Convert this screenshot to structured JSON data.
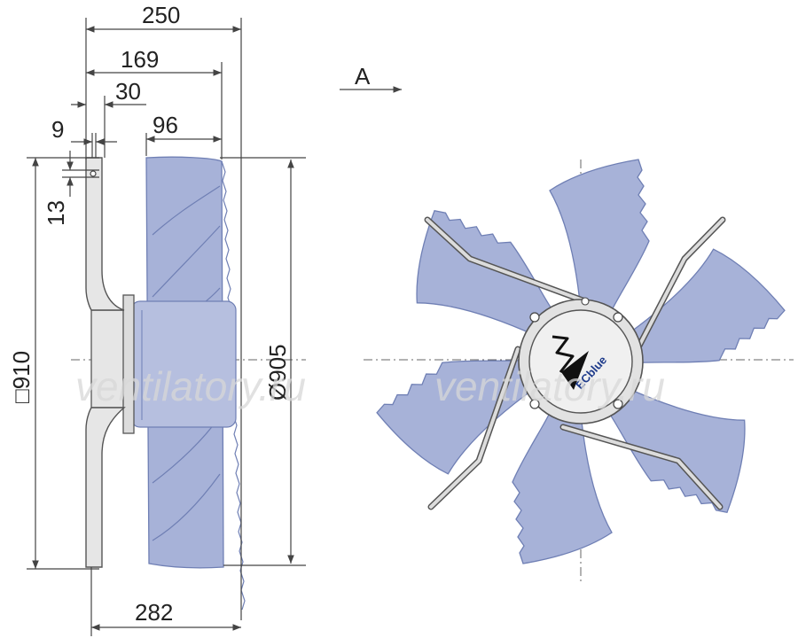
{
  "dimensions": {
    "overall_depth": "250",
    "depth_169": "169",
    "depth_30": "30",
    "depth_9": "9",
    "depth_96": "96",
    "hole_13": "13",
    "square_910": "□910",
    "diameter_905": "Ø905",
    "depth_282": "282"
  },
  "view_label": "A",
  "logo": {
    "text": "ECblue"
  },
  "watermarks": [
    "ventilatory.ru",
    "ventilatory.ru"
  ],
  "colors": {
    "blade": "#a7b2d8",
    "blade_edge": "#6f7fb4",
    "frame": "#e6e6e6",
    "logo": "#1d3a8a"
  }
}
